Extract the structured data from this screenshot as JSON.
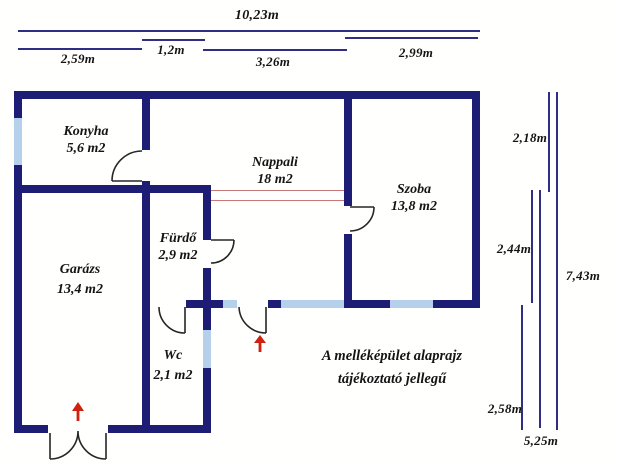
{
  "note": {
    "line1": "A melléképület alaprajz",
    "line2": "tájékoztató jellegű"
  },
  "rooms": [
    {
      "name": "Konyha",
      "area": "5,6 m2"
    },
    {
      "name": "Nappali",
      "area": "18 m2"
    },
    {
      "name": "Szoba",
      "area": "13,8 m2"
    },
    {
      "name": "Fürdő",
      "area": "2,9 m2"
    },
    {
      "name": "Garázs",
      "area": "13,4 m2"
    },
    {
      "name": "Wc",
      "area": "2,1 m2"
    }
  ],
  "dims": {
    "top_total": "10,23m",
    "top": [
      "2,59m",
      "1,2m",
      "3,26m",
      "2,99m"
    ],
    "right": [
      "2,18m",
      "2,44m",
      "7,43m",
      "2,58m",
      "5,25m"
    ]
  },
  "icons": {
    "entrance_arrow": "up-arrow",
    "garage_arrow": "up-arrow"
  },
  "colors": {
    "wall": "#1d1d76",
    "window": "#b5d0ea",
    "dim_line": "#2e2e85",
    "arrow_red": "#cf2010",
    "marker_red": "#c87878"
  }
}
